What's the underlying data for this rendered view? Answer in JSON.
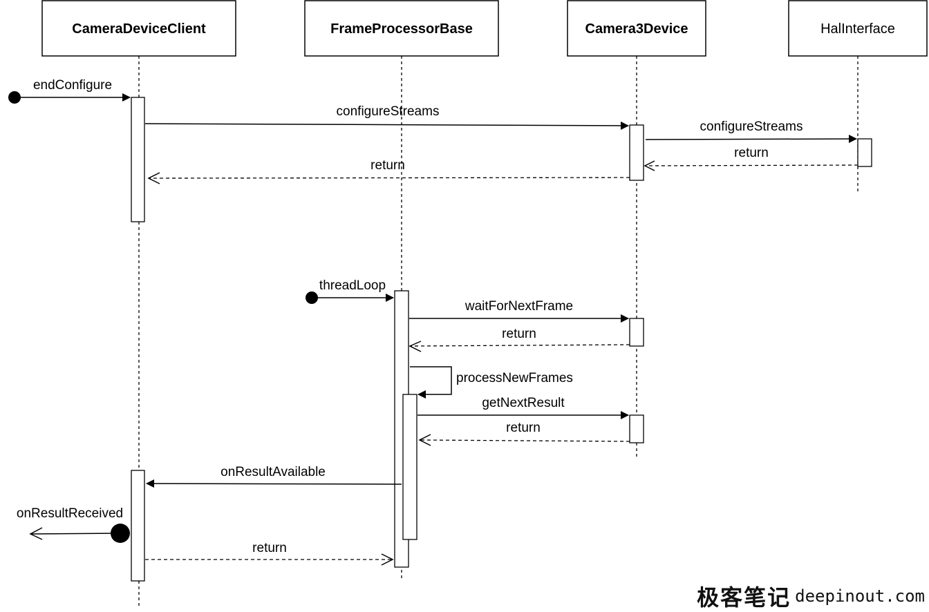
{
  "participants": {
    "p1": {
      "label": "CameraDeviceClient"
    },
    "p2": {
      "label": "FrameProcessorBase"
    },
    "p3": {
      "label": "Camera3Device"
    },
    "p4": {
      "label": "HalInterface"
    }
  },
  "messages": {
    "endConfigure": "endConfigure",
    "configureStreams_1": "configureStreams",
    "configureStreams_2": "configureStreams",
    "return_hal": "return",
    "return_cam3": "return",
    "threadLoop": "threadLoop",
    "waitForNextFrame": "waitForNextFrame",
    "return_wait": "return",
    "processNewFrames": "processNewFrames",
    "getNextResult": "getNextResult",
    "return_result": "return",
    "onResultAvailable": "onResultAvailable",
    "onResultReceived": "onResultReceived",
    "return_final": "return"
  },
  "watermark": {
    "cjk": "极客笔记",
    "domain": "deepinout.com"
  }
}
